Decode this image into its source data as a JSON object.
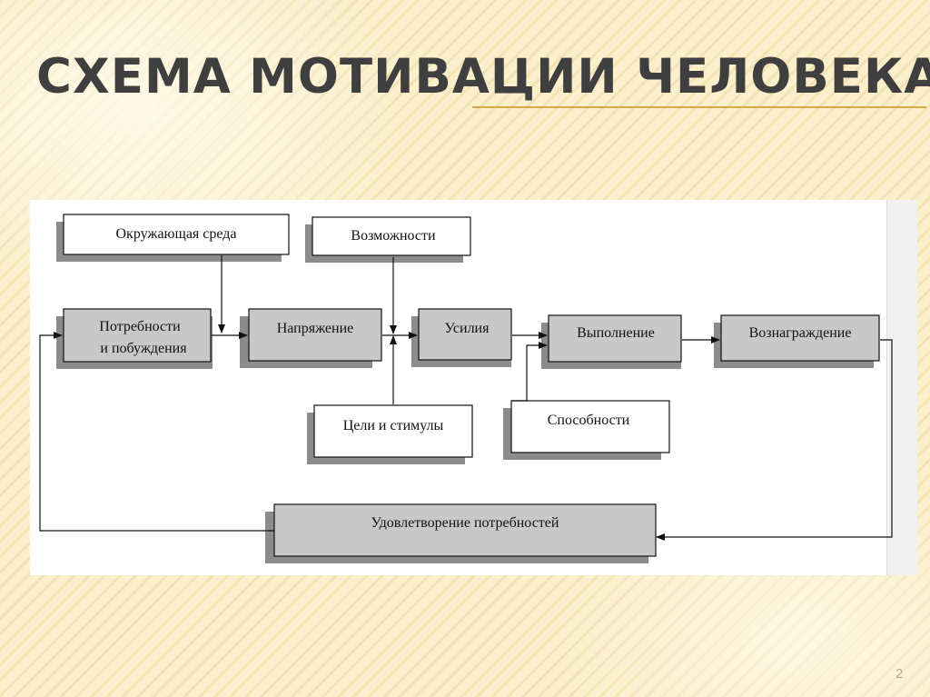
{
  "slide": {
    "title": "СХЕМА МОТИВАЦИИ ЧЕЛОВЕКА",
    "page_number": "2"
  },
  "diagram": {
    "nodes": {
      "environment": "Окружающая среда",
      "opportunities": "Возможности",
      "needs_line1": "Потребности",
      "needs_line2": "и побуждения",
      "tension": "Напряжение",
      "efforts": "Усилия",
      "performance": "Выполнение",
      "reward": "Вознаграждение",
      "goals": "Цели и стимулы",
      "abilities": "Способности",
      "satisfaction": "Удовлетворение потребностей"
    },
    "colors": {
      "box_fill_gray": "#c8c8c8",
      "box_fill_white": "#ffffff",
      "shadow": "#8c8c8c",
      "stroke": "#111111"
    }
  }
}
